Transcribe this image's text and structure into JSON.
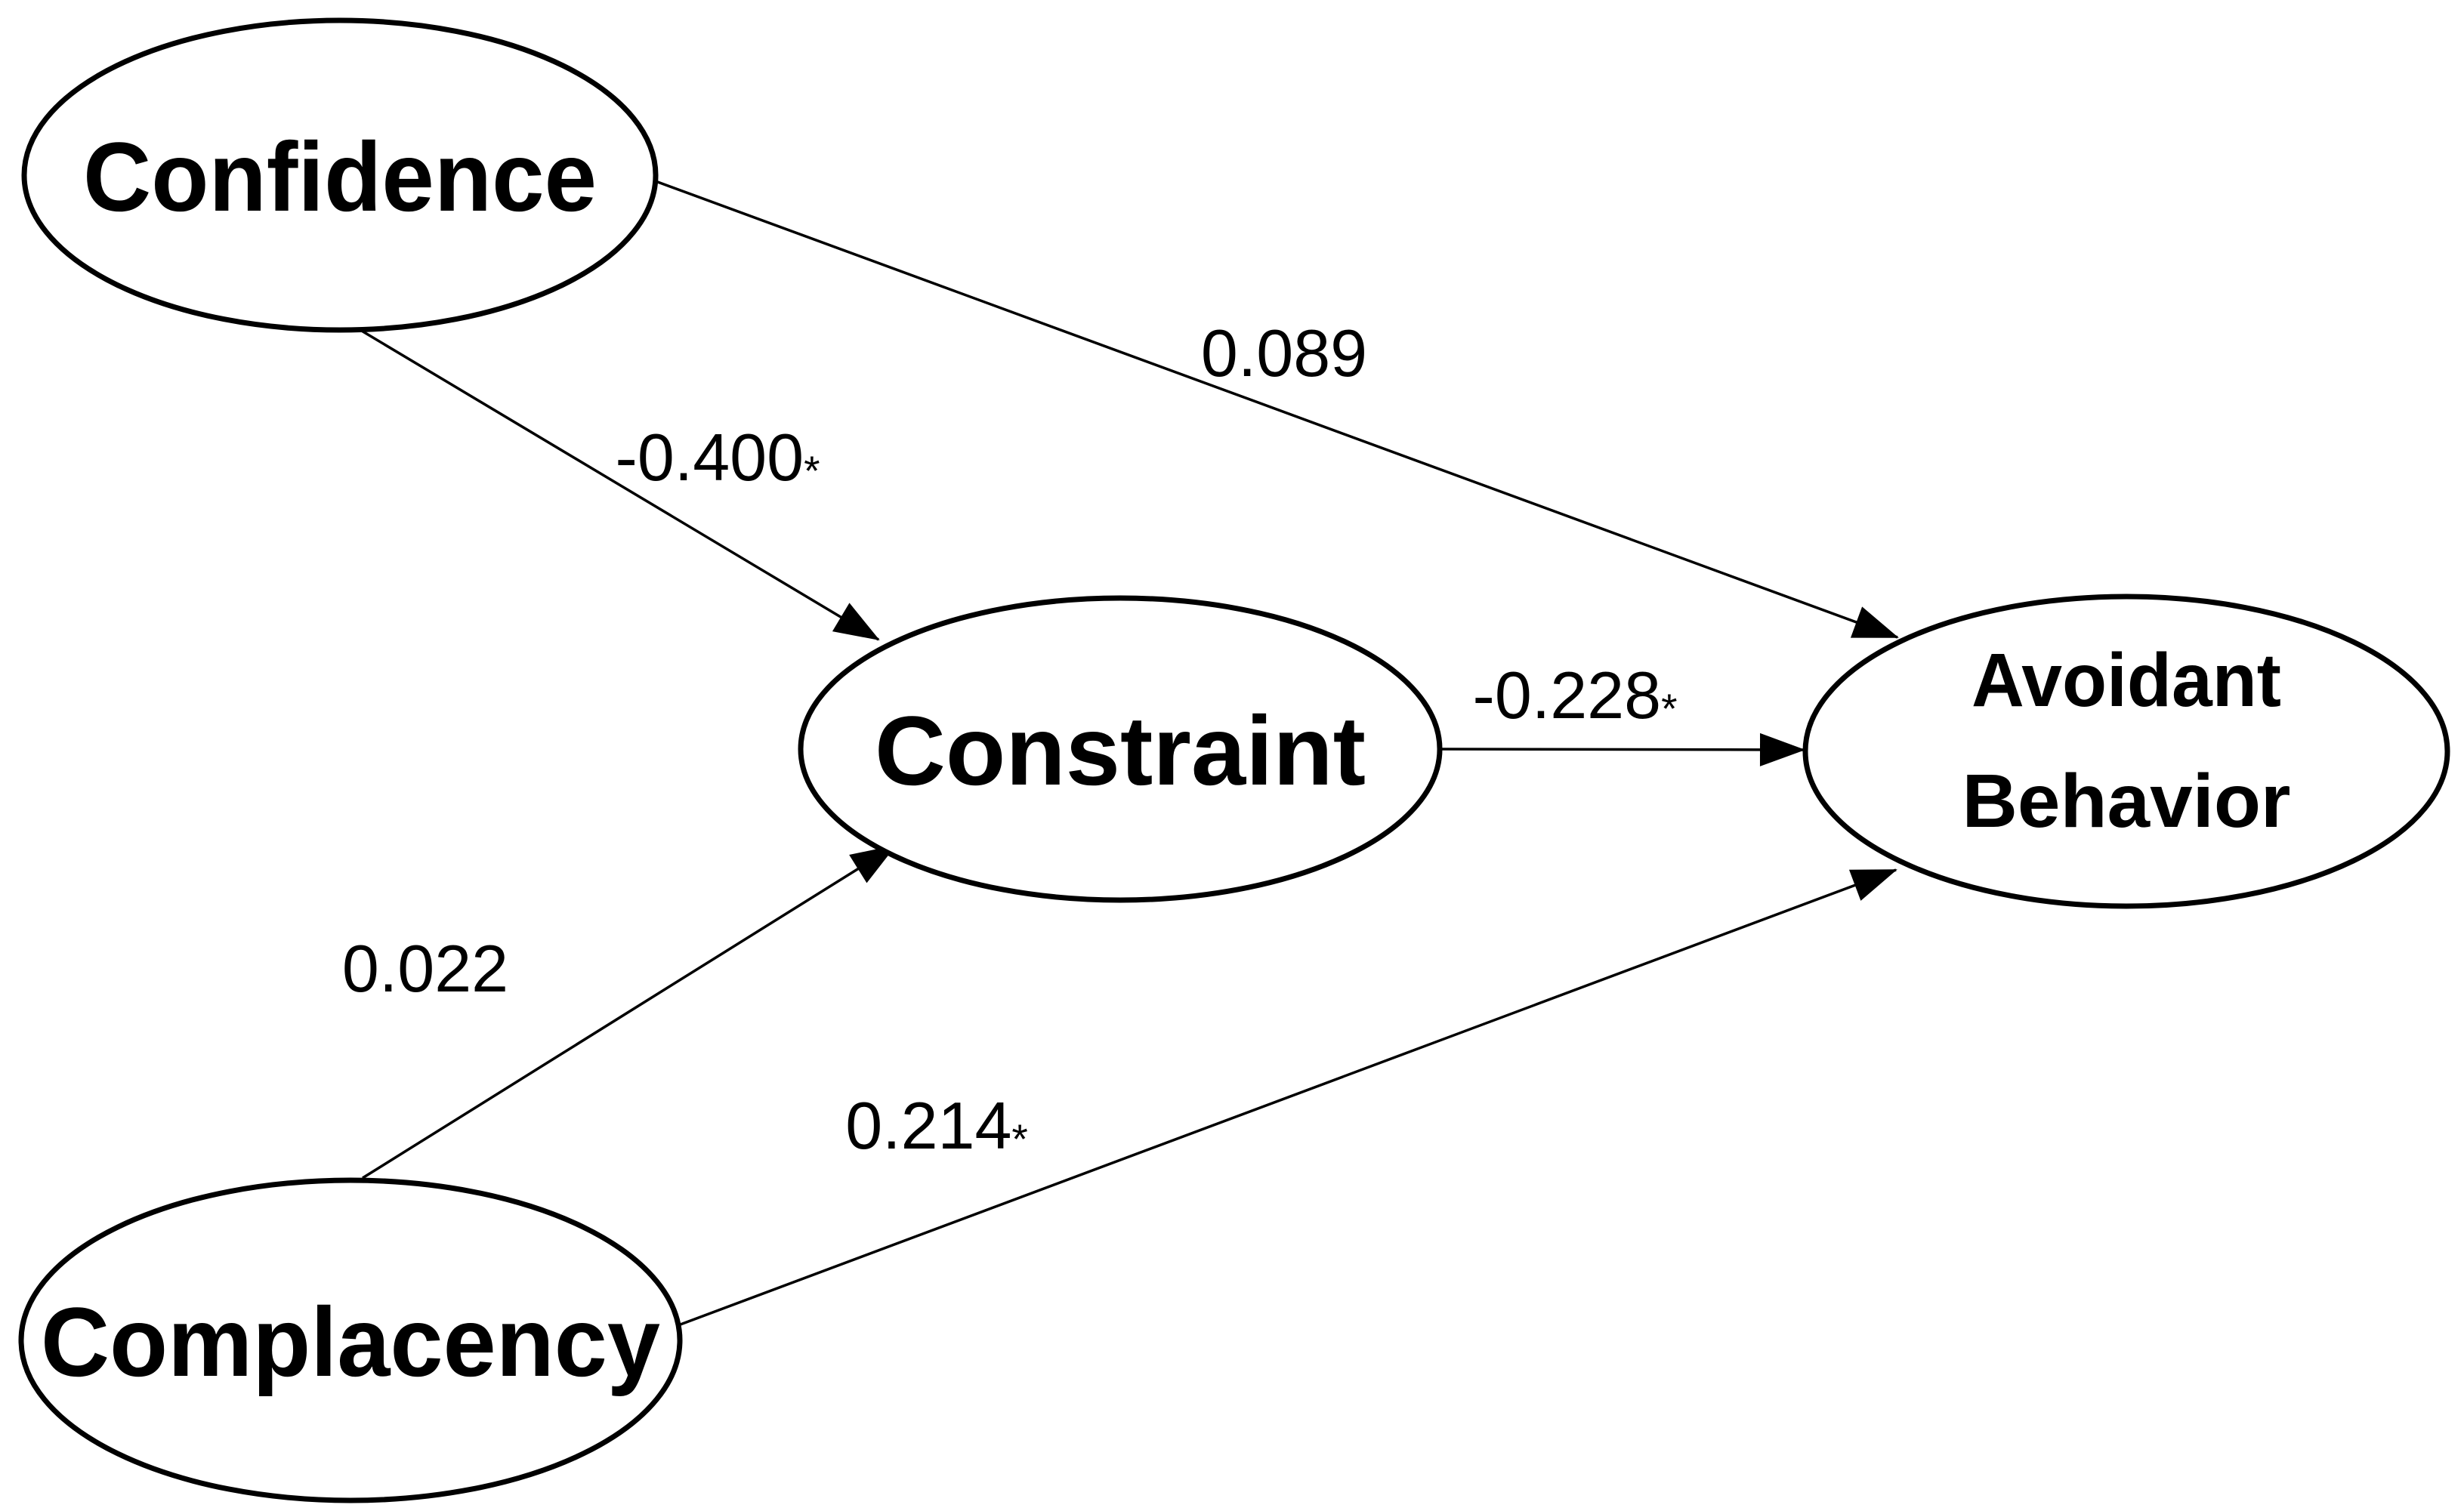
{
  "figure": {
    "background_color": "#ffffff",
    "ink_color": "#000000",
    "type": "path-diagram",
    "nodes": [
      {
        "id": "confidence",
        "label": "Confidence"
      },
      {
        "id": "constraint",
        "label": "Constraint"
      },
      {
        "id": "complacency",
        "label": "Complacency"
      },
      {
        "id": "avoidant-behavior",
        "label_line1": "Avoidant",
        "label_line2": "Behavior"
      }
    ],
    "edges": [
      {
        "from": "confidence",
        "to": "constraint",
        "value": "-0.400",
        "sig": "*"
      },
      {
        "from": "confidence",
        "to": "avoidant-behavior",
        "value": "0.089",
        "sig": ""
      },
      {
        "from": "constraint",
        "to": "avoidant-behavior",
        "value": "-0.228",
        "sig": "*"
      },
      {
        "from": "complacency",
        "to": "constraint",
        "value": "0.022",
        "sig": ""
      },
      {
        "from": "complacency",
        "to": "avoidant-behavior",
        "value": "0.214",
        "sig": "*"
      }
    ]
  }
}
